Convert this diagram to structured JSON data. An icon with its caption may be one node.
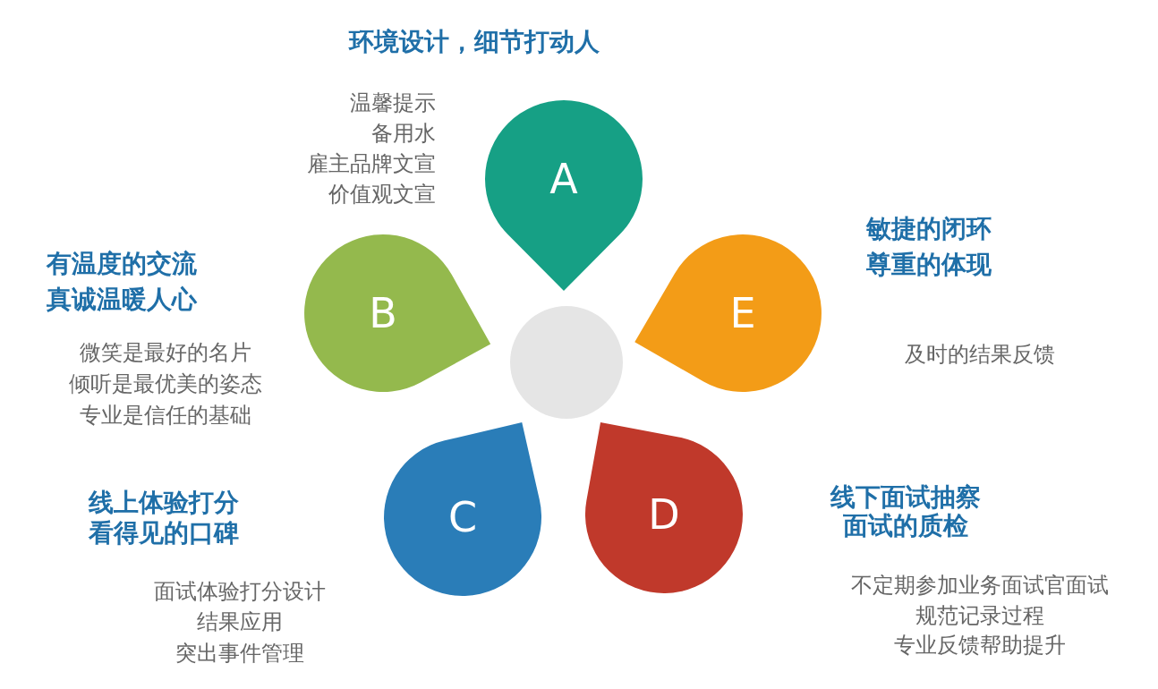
{
  "diagram": {
    "nodes": [
      {
        "text": [
          "A"
        ],
        "beside": [
          "环境设计，细节打动人",
          "温馨提示",
          "备用水",
          "雇主品牌文宣",
          "价值观文宣"
        ]
      },
      {
        "text": [
          "B"
        ],
        "beside": [
          "有温度的交流",
          "真诚温暖人心",
          "微笑是最好的名片",
          "倾听是最优美的姿态",
          "专业是信任的基础"
        ]
      },
      {
        "text": [
          "C"
        ],
        "beside": [
          "线上体验打分",
          "看得见的口碑",
          "面试体验打分设计",
          "结果应用",
          "突出事件管理"
        ]
      },
      {
        "text": [
          "D"
        ],
        "beside": [
          "线下面试抽察",
          "面试的质检",
          "不定期参加业务面试官面试",
          "规范记录过程",
          "专业反馈帮助提升"
        ]
      },
      {
        "text": [
          "E"
        ],
        "beside": [
          "敏捷的闭环",
          "尊重的体现",
          "及时的结果反馈"
        ]
      },
      {
        "text": [],
        "shape": "circle"
      }
    ]
  }
}
